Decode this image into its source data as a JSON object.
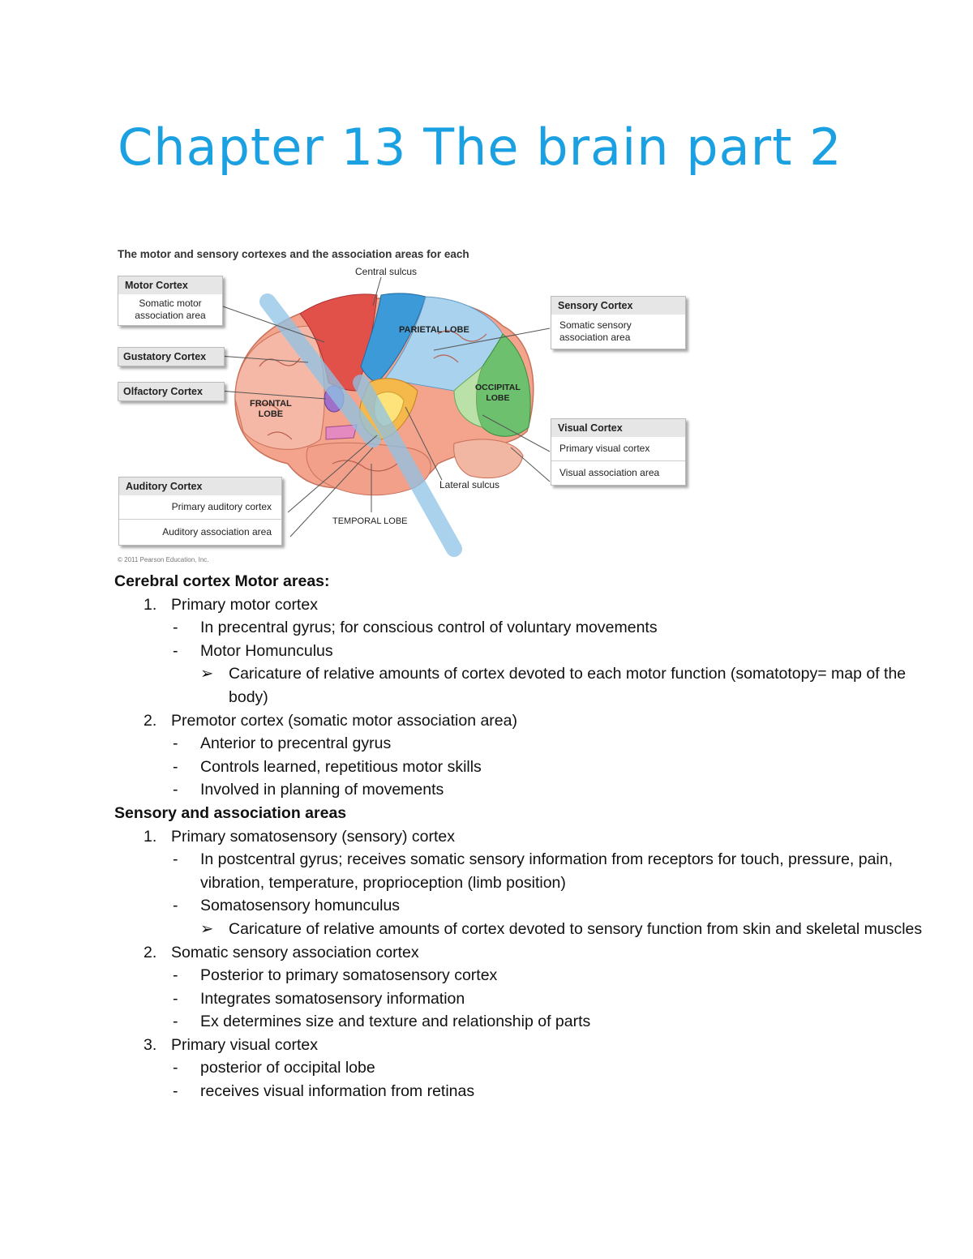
{
  "title": "Chapter 13 The brain part 2",
  "figure": {
    "caption": "The motor and sensory cortexes and the association areas for each",
    "credit": "© 2011 Pearson Education, Inc.",
    "labels": {
      "central_sulcus": "Central sulcus",
      "parietal_lobe": "PARIETAL LOBE",
      "occipital_lobe": [
        "OCCIPITAL",
        "LOBE"
      ],
      "frontal_lobe": [
        "FRONTAL",
        "LOBE"
      ],
      "temporal_lobe": "TEMPORAL LOBE",
      "lateral_sulcus": "Lateral sulcus"
    },
    "boxes": {
      "motor": {
        "header": "Motor Cortex",
        "rows": [
          "Somatic motor association area"
        ]
      },
      "gustatory": "Gustatory Cortex",
      "olfactory": "Olfactory Cortex",
      "auditory": {
        "header": "Auditory Cortex",
        "rows": [
          "Primary auditory cortex",
          "Auditory association area"
        ]
      },
      "sensory": {
        "header": "Sensory Cortex",
        "rows": [
          "Somatic sensory association area"
        ]
      },
      "visual": {
        "header": "Visual Cortex",
        "rows": [
          "Primary visual cortex",
          "Visual association area"
        ]
      }
    }
  },
  "sections": {
    "motor": {
      "heading": "Cerebral cortex Motor areas:",
      "items": [
        {
          "num": "1.",
          "text": "Primary motor cortex"
        },
        {
          "dash": "-",
          "text": "In precentral gyrus; for conscious control of voluntary movements"
        },
        {
          "dash": "-",
          "text": "Motor Homunculus"
        },
        {
          "arrow": "➢",
          "text": "Caricature of relative amounts of cortex devoted to each motor function (somatotopy= map of the body)"
        },
        {
          "num": "2.",
          "text": "Premotor cortex (somatic motor association area)"
        },
        {
          "dash": "-",
          "text": "Anterior to precentral gyrus"
        },
        {
          "dash": "-",
          "text": "Controls learned, repetitious motor skills"
        },
        {
          "dash": "-",
          "text": "Involved in planning of movements"
        }
      ]
    },
    "sensory": {
      "heading": "Sensory and association areas",
      "items": [
        {
          "num": "1.",
          "text": "Primary somatosensory (sensory) cortex"
        },
        {
          "dash": "-",
          "text": "In postcentral gyrus; receives somatic sensory information from receptors for touch, pressure, pain, vibration, temperature, proprioception (limb position)"
        },
        {
          "dash": "-",
          "text": "Somatosensory homunculus"
        },
        {
          "arrow": "➢",
          "text": "Caricature of relative amounts of cortex devoted to sensory function from skin and skeletal muscles"
        },
        {
          "num": "2.",
          "text": "Somatic sensory association cortex"
        },
        {
          "dash": "-",
          "text": "Posterior to primary somatosensory cortex"
        },
        {
          "dash": "-",
          "text": "Integrates somatosensory information"
        },
        {
          "dash": "-",
          "text": "Ex determines size and texture and relationship of parts"
        },
        {
          "num": "3.",
          "text": "Primary visual cortex"
        },
        {
          "dash": "-",
          "text": "posterior of occipital lobe"
        },
        {
          "dash": "-",
          "text": "receives visual information from retinas"
        }
      ]
    }
  }
}
